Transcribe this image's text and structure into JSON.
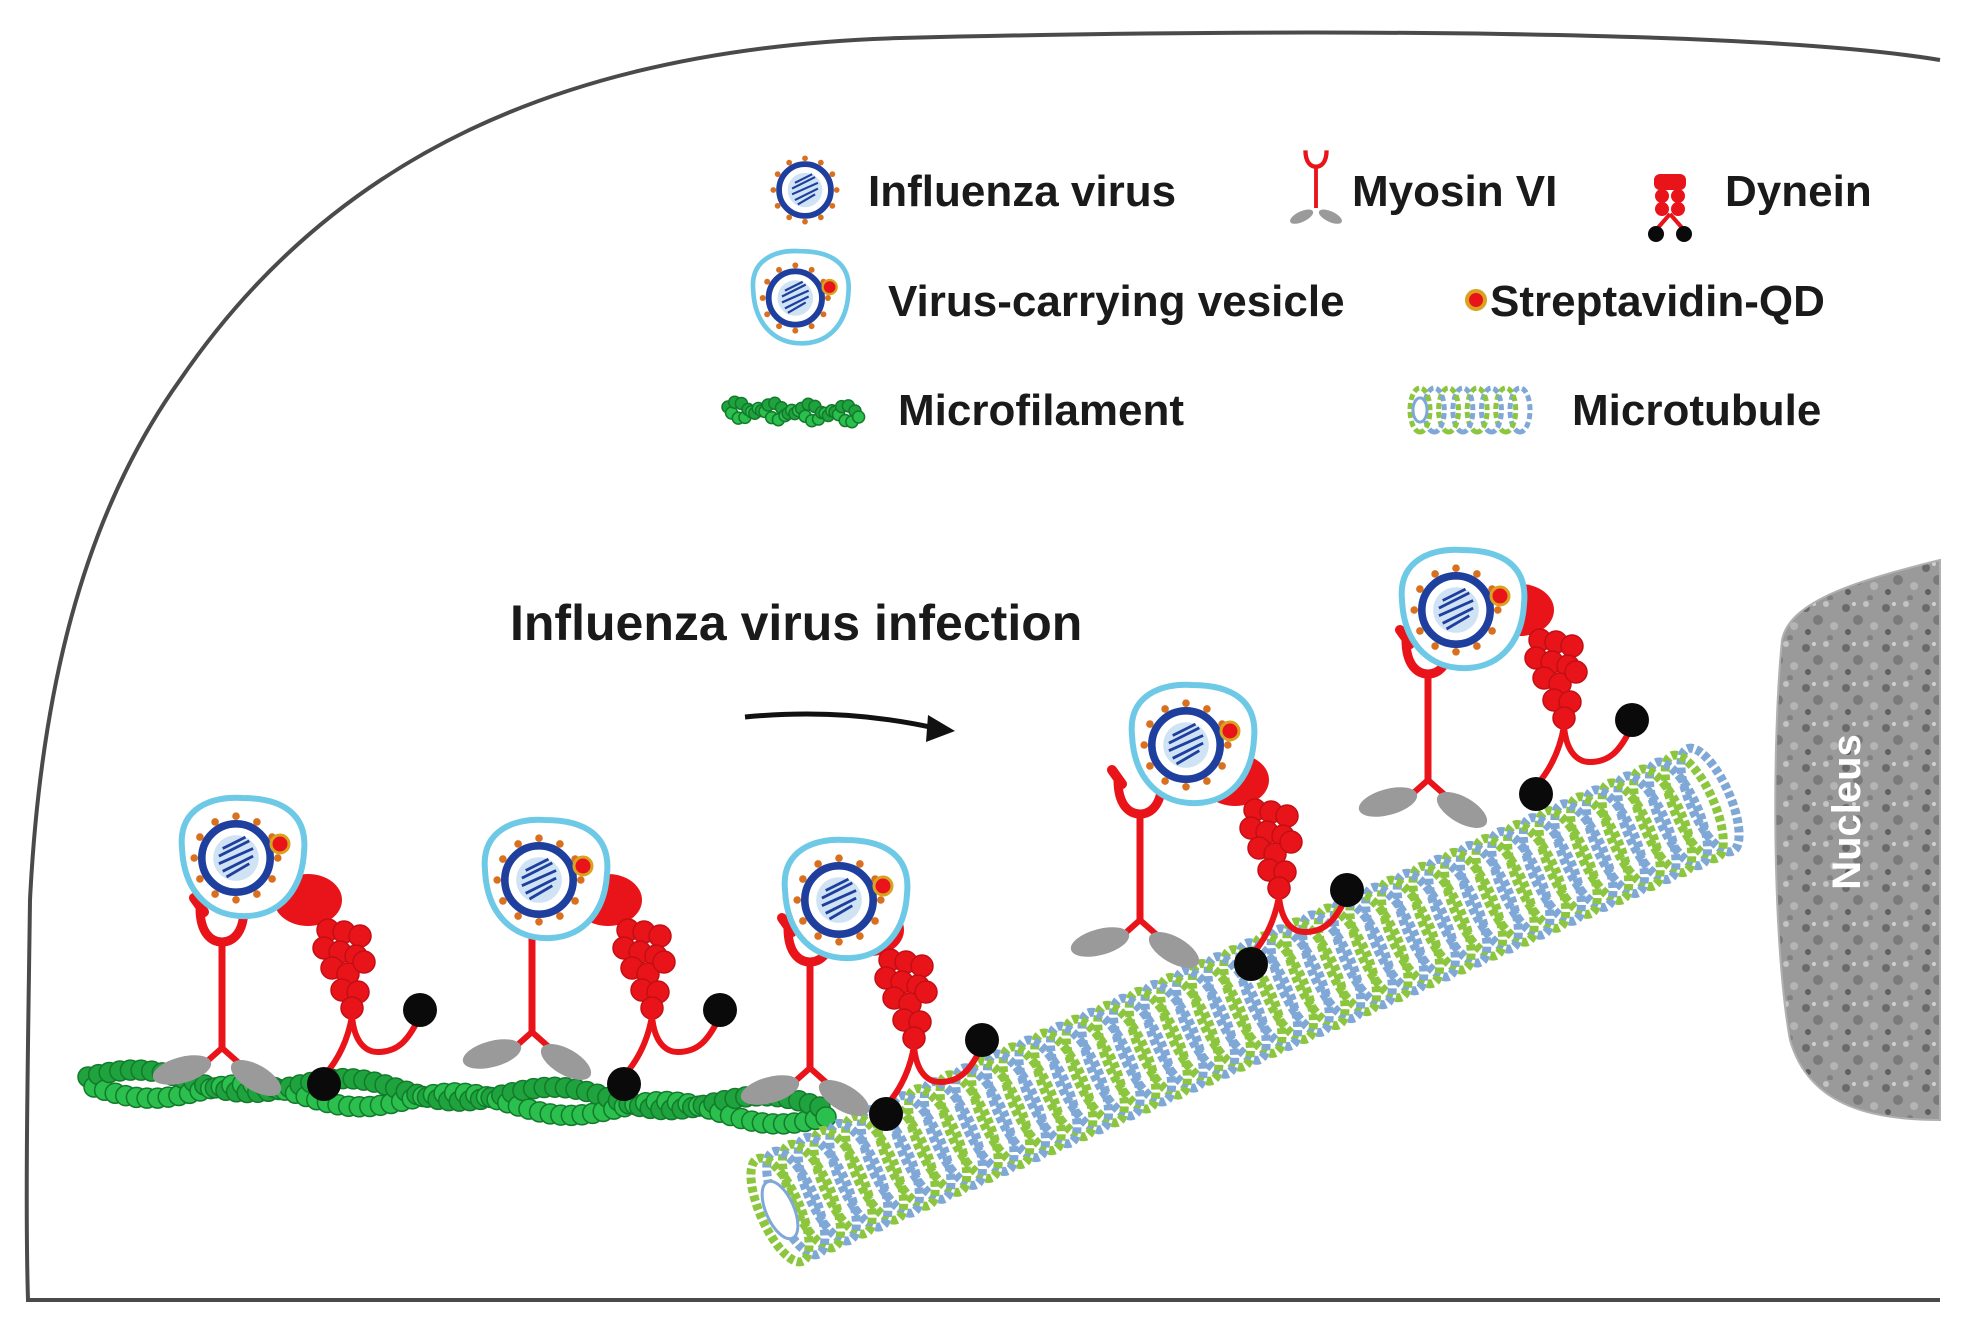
{
  "legend": {
    "influenza_virus": "Influenza virus",
    "myosin": "Myosin VI",
    "dynein": "Dynein",
    "vesicle": "Virus-carrying vesicle",
    "qd": "Streptavidin-QD",
    "microfilament": "Microfilament",
    "microtubule": "Microtubule"
  },
  "process_label": "Influenza virus infection",
  "nucleus_label": "Nucleus",
  "icons": [
    "influenza-virus-icon",
    "myosin-icon",
    "dynein-icon",
    "vesicle-icon",
    "quantum-dot-icon",
    "microfilament-icon",
    "microtubule-icon",
    "arrow-icon"
  ],
  "colors": {
    "motor": "#e8141a",
    "virus_ring": "#1f3f9e",
    "vesicle": "#6ec9e6",
    "actin": "#1fa33e",
    "tubule_green": "#8cc63f",
    "tubule_blue": "#7fa8d6",
    "nucleus": "#8c8c8c"
  }
}
